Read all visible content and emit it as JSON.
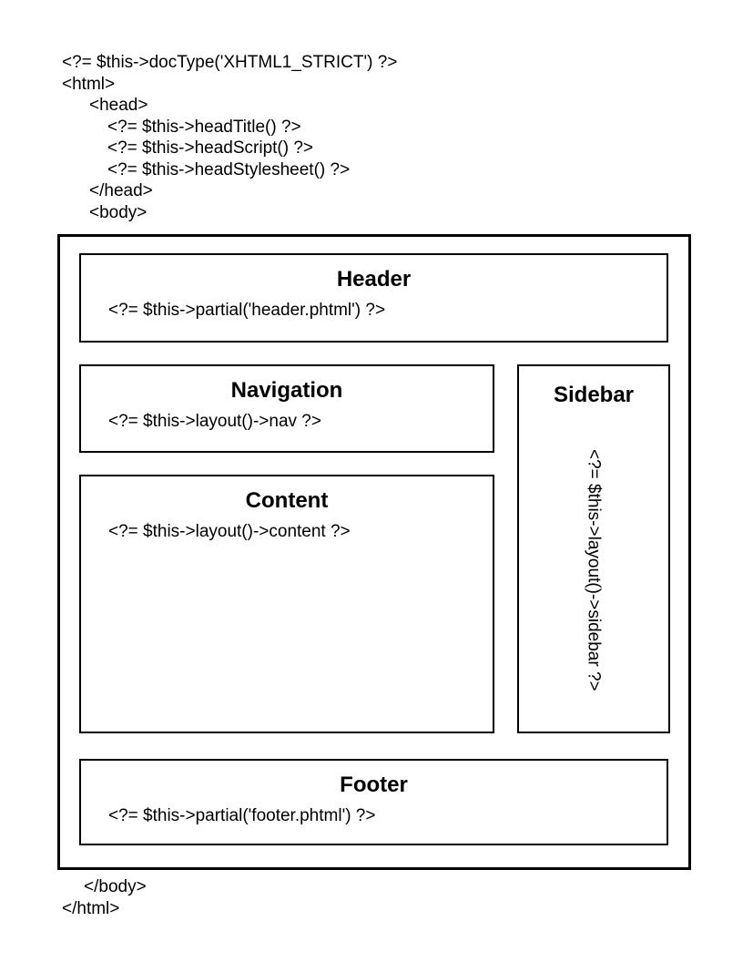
{
  "page": {
    "background": "#ffffff",
    "text_color": "#000000",
    "border_color": "#000000"
  },
  "top_code": {
    "lines": [
      "<?= $this->docType('XHTML1_STRICT') ?>",
      "<html>",
      "<head>",
      "<?= $this->headTitle() ?>",
      "<?= $this->headScript() ?>",
      "<?= $this->headStylesheet() ?>",
      "</head>",
      "<body>"
    ]
  },
  "boxes": {
    "header": {
      "title": "Header",
      "code": "<?= $this->partial('header.phtml') ?>"
    },
    "navigation": {
      "title": "Navigation",
      "code": "<?= $this->layout()->nav ?>"
    },
    "sidebar": {
      "title": "Sidebar",
      "code": "<?= $this->layout()->sidebar ?>"
    },
    "content": {
      "title": "Content",
      "code": "<?= $this->layout()->content ?>"
    },
    "footer": {
      "title": "Footer",
      "code": "<?= $this->partial('footer.phtml') ?>"
    }
  },
  "bottom_code": {
    "lines": [
      "</body>",
      "</html>"
    ]
  }
}
